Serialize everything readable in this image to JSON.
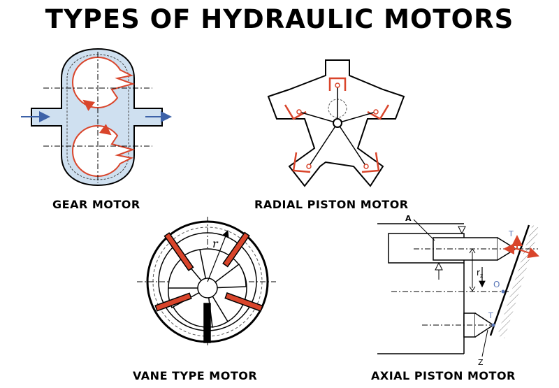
{
  "title": "TYPES OF HYDRAULIC MOTORS",
  "diagrams": {
    "gear": {
      "caption": "GEAR MOTOR"
    },
    "radial": {
      "caption": "RADIAL PISTON MOTOR"
    },
    "vane": {
      "caption": "VANE TYPE MOTOR",
      "symbol_r": "r"
    },
    "axial": {
      "caption": "AXIAL PISTON MOTOR",
      "symbol_A": "A",
      "symbol_T_top": "T",
      "symbol_rz": "r",
      "symbol_rz_sub": "z",
      "symbol_O": "O",
      "symbol_T_bottom": "T",
      "symbol_Z": "Z"
    }
  },
  "colors": {
    "accent_red": "#d9452b",
    "flow_blue": "#3d62a8",
    "fill_blue": "#cfe0f0",
    "line": "#000000",
    "point_blue": "#5b78b8"
  }
}
